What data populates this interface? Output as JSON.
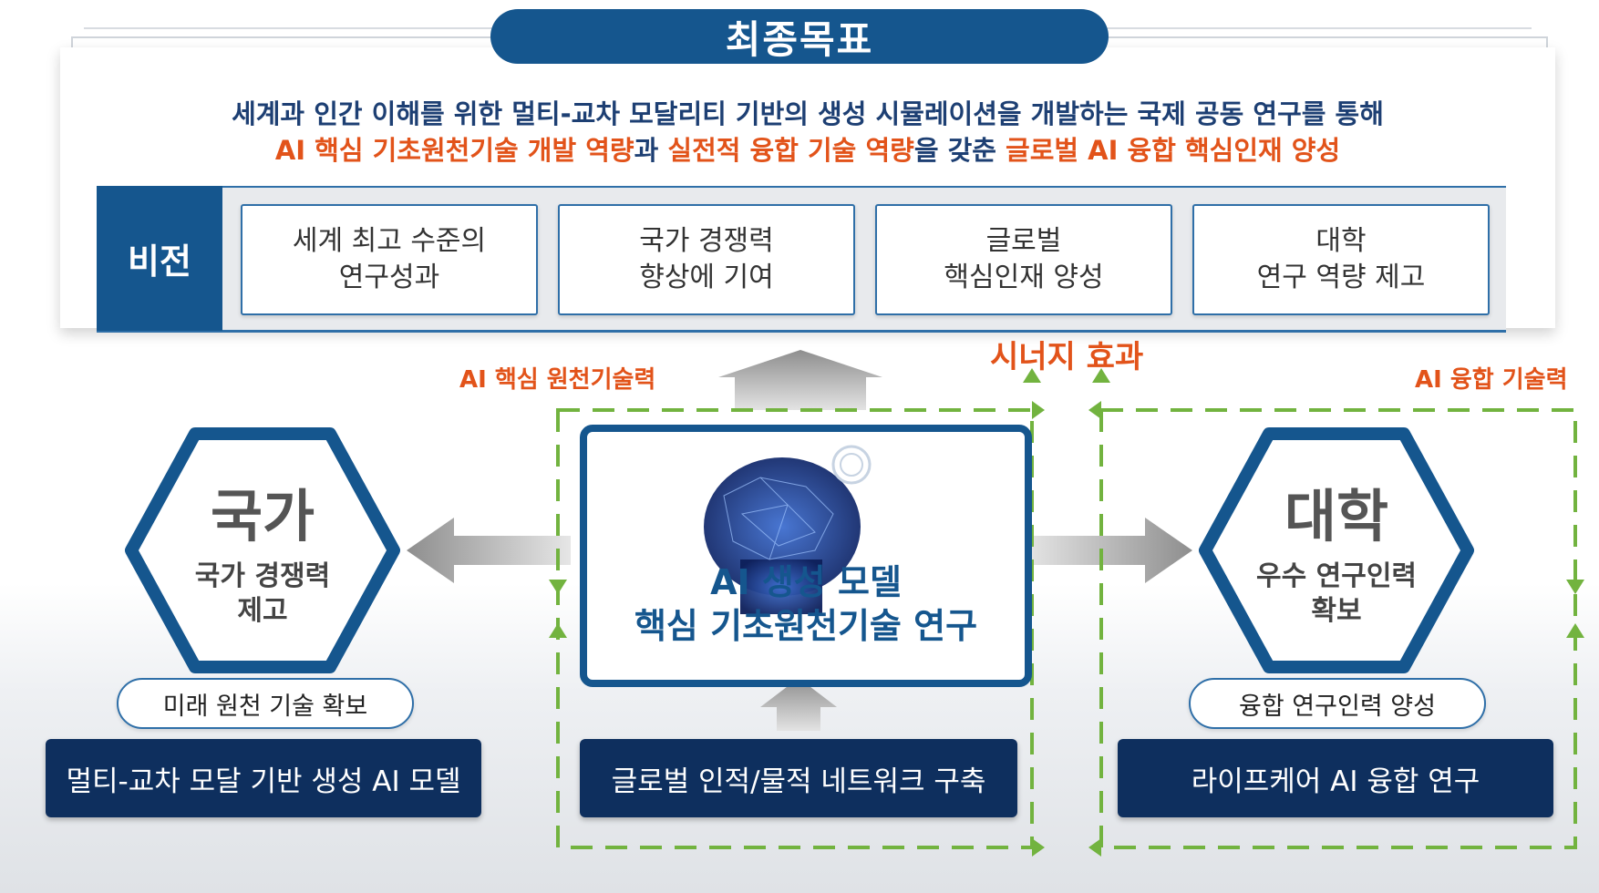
{
  "goal": {
    "title": "최종목표",
    "line1": "세계과 인간 이해를 위한 멀티-교차 모달리티 기반의 생성 시뮬레이션을 개발하는 국제 공동 연구를 통해",
    "line2_parts": [
      {
        "text": "AI 핵심 기초원천기술 개발 역량",
        "color": "orange"
      },
      {
        "text": "과 ",
        "color": "navy"
      },
      {
        "text": "실전적 융합 기술 역량",
        "color": "orange"
      },
      {
        "text": "을 갖춘 ",
        "color": "navy"
      },
      {
        "text": "글로벌 AI 융합 핵심인재 양성",
        "color": "orange"
      }
    ]
  },
  "vision": {
    "label": "비전",
    "cards": [
      "세계 최고 수준의\n연구성과",
      "국가 경쟁력\n향상에 기여",
      "글로벌\n핵심인재 양성",
      "대학\n연구 역량 제고"
    ]
  },
  "labels": {
    "left_flow": "AI 핵심 원천기술력",
    "synergy": "시너지 효과",
    "right_flow": "AI 융합 기술력"
  },
  "left": {
    "title": "국가",
    "subtitle": "국가 경쟁력\n제고",
    "pill": "미래 원천 기술 확보",
    "box": "멀티-교차 모달 기반 생성 AI 모델"
  },
  "center": {
    "line1": "AI 생성 모델",
    "line2": "핵심 기초원천기술 연구",
    "box": "글로벌 인적/물적 네트워크 구축"
  },
  "right": {
    "title": "대학",
    "subtitle": "우수 연구인력\n확보",
    "pill": "융합 연구인력 양성",
    "box": "라이프케어 AI 융합 연구"
  },
  "colors": {
    "navy": "#15568e",
    "dark_navy": "#0e2f5e",
    "orange": "#e2531a",
    "green_dash": "#72b33f",
    "gray_arrow": "#9a9a9a"
  }
}
